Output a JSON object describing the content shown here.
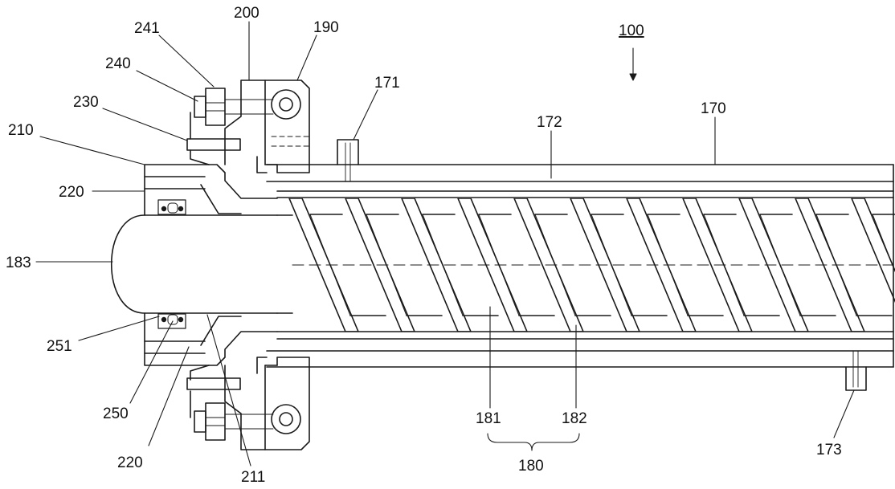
{
  "figure": {
    "reference": "100",
    "labels": {
      "l241": "241",
      "l200": "200",
      "l190": "190",
      "l240": "240",
      "l171": "171",
      "l230": "230",
      "l172": "172",
      "l170": "170",
      "l210": "210",
      "l220a": "220",
      "l183": "183",
      "l251": "251",
      "l250": "250",
      "l220b": "220",
      "l211": "211",
      "l181": "181",
      "l182": "182",
      "l180": "180",
      "l173": "173"
    },
    "colors": {
      "line": "#1a1a1a",
      "background": "#ffffff"
    }
  }
}
